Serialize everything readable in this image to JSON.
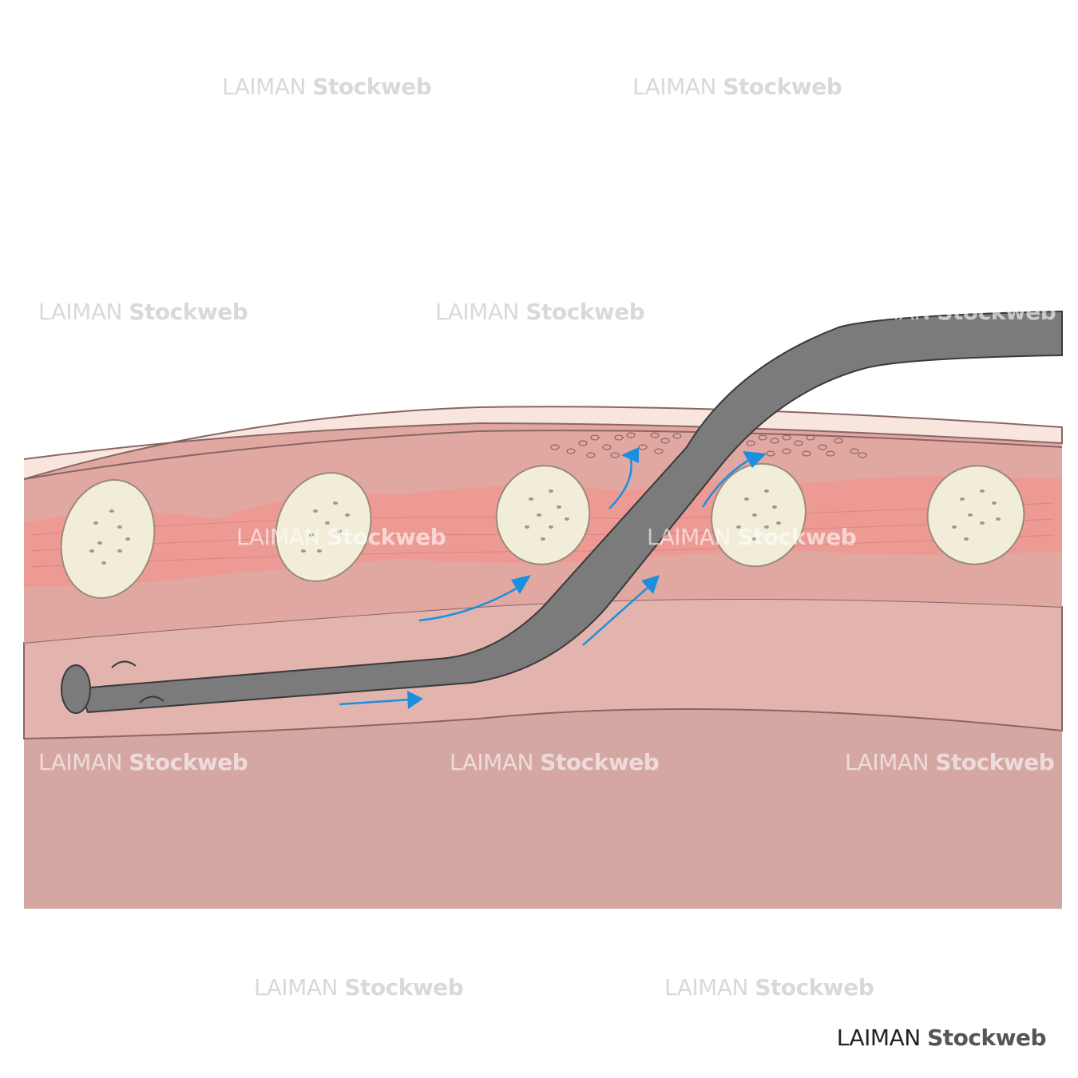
{
  "watermark": {
    "part1": "LAIMAN",
    "part2": "Stockweb"
  },
  "credit": {
    "part1": "LAIMAN",
    "part2": "Stockweb"
  },
  "colors": {
    "skin": "#f8e6de",
    "subcutis": "#e0a8a0",
    "muscle_band": "#ee9a94",
    "deep_tissue": "#e3b3ae",
    "bottom_layer": "#d4a7a3",
    "rib": "#f2edd8",
    "scope": "#7b7b7b",
    "flow_arrow": "#1a8fe0"
  }
}
